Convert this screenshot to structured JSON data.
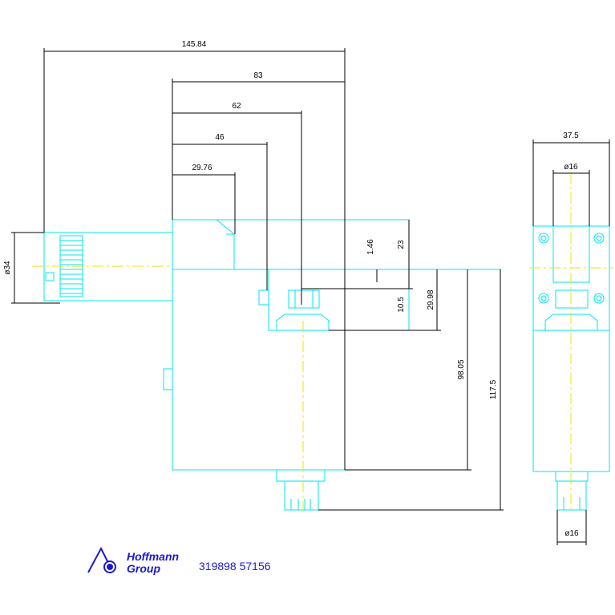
{
  "dimensions": {
    "overall_length": "145.84",
    "d83": "83",
    "d62": "62",
    "d46": "46",
    "d29_76": "29.76",
    "dia34": "ø34",
    "d1_46": "1.46",
    "d23": "23",
    "d10_5": "10.5",
    "d29_98": "29.98",
    "d98_05": "98.05",
    "d117_5": "117.5",
    "side_width": "37.5",
    "side_dia_top": "ø16",
    "side_dia_bottom": "ø16"
  },
  "colors": {
    "outline": "#00e5ee",
    "dimension": "#000000",
    "centerline": "#e8e800",
    "brand": "#1a1ad0"
  },
  "logo": {
    "line1": "Hoffmann",
    "line2": "Group"
  },
  "part_number": "319898 57156"
}
